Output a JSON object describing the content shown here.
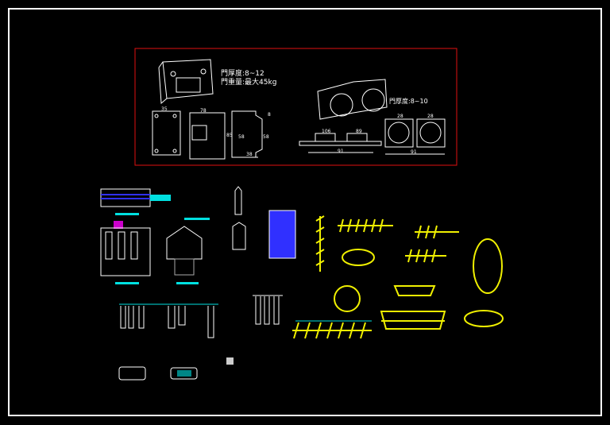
{
  "drawing": {
    "hinge_specs": {
      "door_thickness": "門厚度:8~12",
      "door_weight": "門重量:最大45kg"
    },
    "clamp_specs": {
      "door_thickness": "門厚度:8~10"
    },
    "dimensions": {
      "d1": "35",
      "d2": "78",
      "d3": "85",
      "d4": "58",
      "d5": "58",
      "d6": "38",
      "d7": "106",
      "d8": "89",
      "d9": "91",
      "d10": "28",
      "d11": "28",
      "d12": "91",
      "d13": "8"
    },
    "colors": {
      "background": "#000000",
      "frame": "#ffffff",
      "highlight_box": "#e01010",
      "cyan": "#00e0e0",
      "yellow": "#f0f000",
      "blue": "#3030ff"
    }
  }
}
